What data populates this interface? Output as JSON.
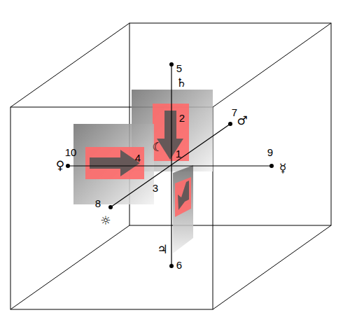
{
  "diagram": {
    "labels": [
      "5",
      "♄",
      "2",
      "7",
      "♂",
      "☾",
      "1",
      "10",
      "♀",
      "4",
      "9",
      "☿",
      "3",
      "8",
      "☼",
      "♃",
      "6"
    ]
  }
}
